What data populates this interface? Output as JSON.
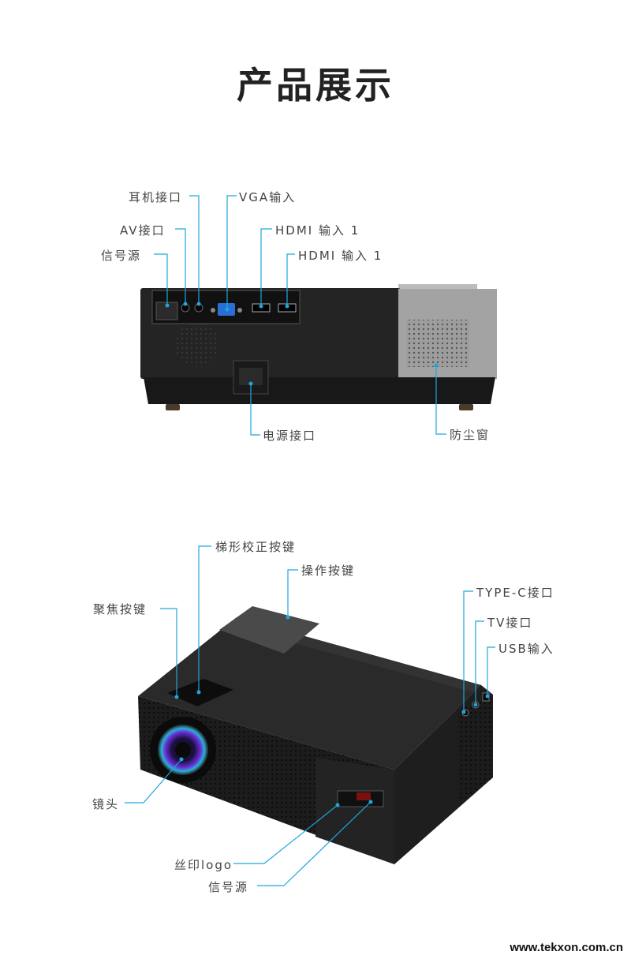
{
  "title": "产品展示",
  "rear_view": {
    "labels": {
      "earphone": "耳机接口",
      "av": "AV接口",
      "signal": "信号源",
      "vga": "VGA输入",
      "hdmi1": "HDMI 输入 1",
      "hdmi2": "HDMI 输入 1",
      "power": "电源接口",
      "dust": "防尘窗"
    }
  },
  "front_view": {
    "labels": {
      "keystone": "梯形校正按键",
      "operation": "操作按键",
      "focus": "聚焦按键",
      "typec": "TYPE-C接口",
      "tv": "TV接口",
      "usb": "USB输入",
      "lens": "镜头",
      "logo": "丝印logo",
      "signal": "信号源"
    }
  },
  "footer_url": "www.tekxon.com.cn",
  "colors": {
    "accent": "#1ea6dc",
    "body_dark": "#1e1e1e",
    "panel_gray": "#9a9a9a"
  }
}
